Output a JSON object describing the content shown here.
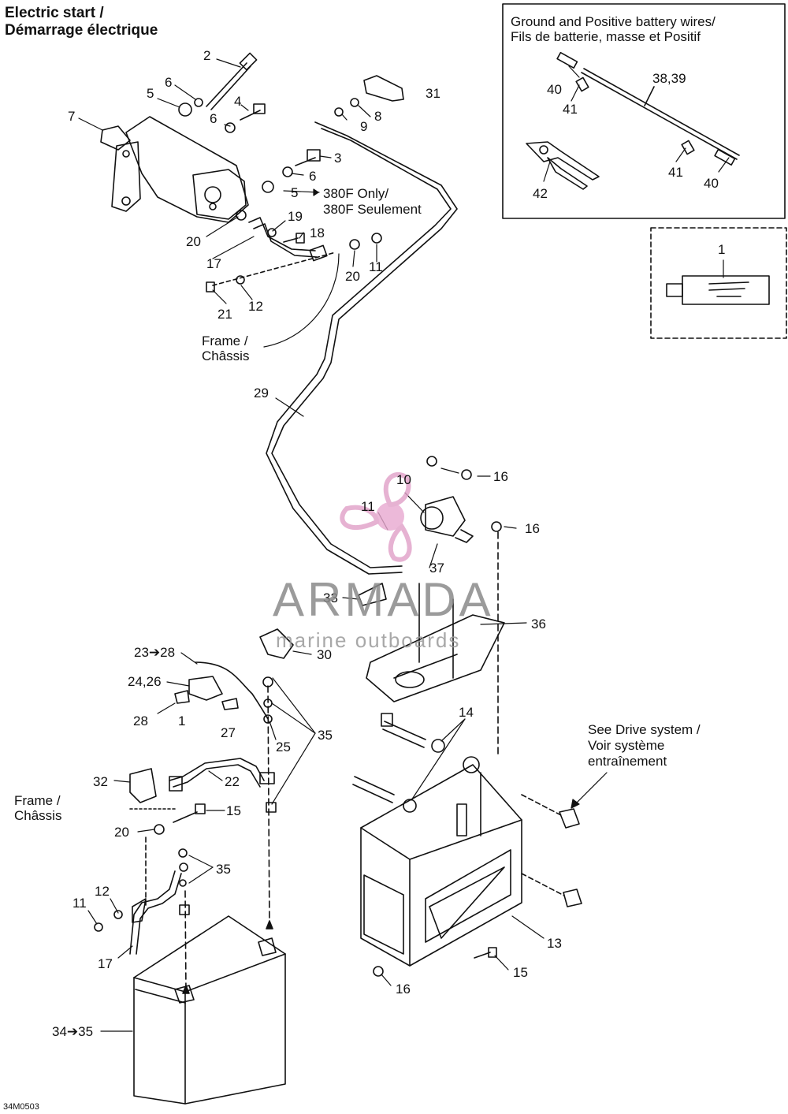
{
  "title": {
    "line1": "Electric start /",
    "line2": "Démarrage électrique"
  },
  "inset_box": {
    "line1": "Ground and Positive battery wires/",
    "line2": "Fils de batterie, masse et Positif"
  },
  "notes": {
    "only_380f_line1": "380F Only/",
    "only_380f_line2": "380F Seulement",
    "frame1_line1": "Frame /",
    "frame1_line2": "Châssis",
    "frame2_line1": "Frame /",
    "frame2_line2": "Châssis",
    "drive_line1": "See Drive system /",
    "drive_line2": "Voir système",
    "drive_line3": "entraînement"
  },
  "callouts": {
    "c2": "2",
    "c6a": "6",
    "c5a": "5",
    "c7": "7",
    "c4": "4",
    "c6b": "6",
    "c31": "31",
    "c8": "8",
    "c9": "9",
    "c3": "3",
    "c6c": "6",
    "c5b": "5",
    "c19": "19",
    "c18": "18",
    "c20a": "20",
    "c17a": "17",
    "c20b": "20",
    "c11a": "11",
    "c21": "21",
    "c12a": "12",
    "c29": "29",
    "c10": "10",
    "c16a": "16",
    "c11b": "11",
    "c16b": "16",
    "c37": "37",
    "c33": "33",
    "c36": "36",
    "c23": "23➔28",
    "c30": "30",
    "c24": "24,26",
    "c28": "28",
    "c1b": "1",
    "c27": "27",
    "c25": "25",
    "c35a": "35",
    "c14": "14",
    "c32": "32",
    "c22": "22",
    "c15a": "15",
    "c20c": "20",
    "c35b": "35",
    "c12b": "12",
    "c11c": "11",
    "c17b": "17",
    "c13": "13",
    "c15b": "15",
    "c16c": "16",
    "c34": "34➔35",
    "i40a": "40",
    "i41a": "41",
    "i3839": "38,39",
    "i41b": "41",
    "i40b": "40",
    "i42": "42",
    "i1": "1"
  },
  "figure_code": "34M0503",
  "watermark": {
    "brand": "ARMADA",
    "tagline": "marine outboards",
    "accent_color": "#e0a0c8"
  }
}
